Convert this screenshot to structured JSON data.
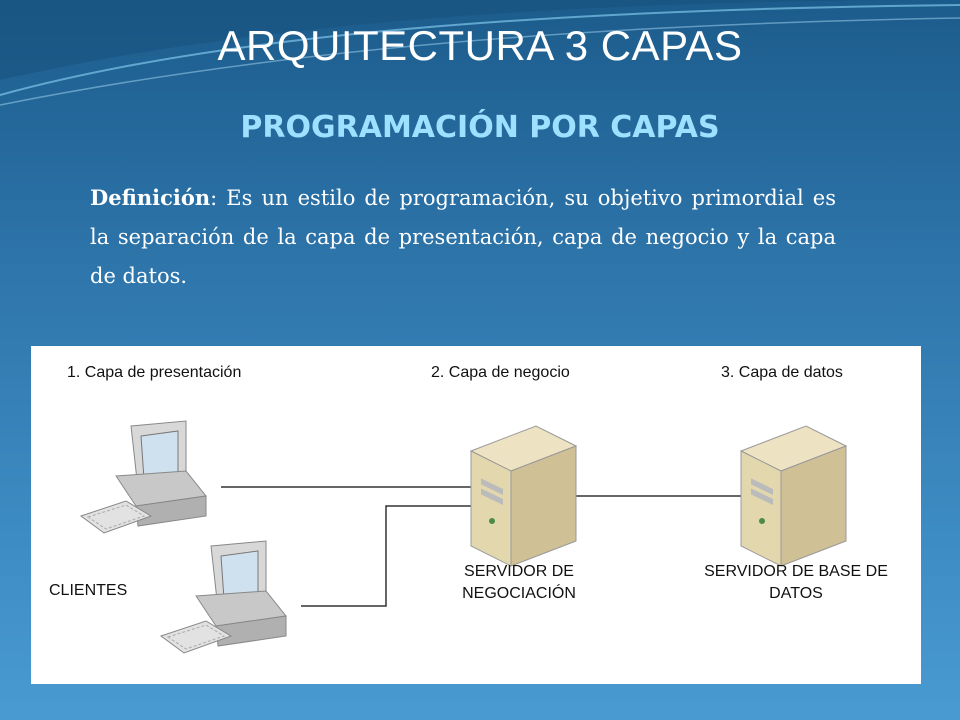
{
  "slide": {
    "title": "ARQUITECTURA 3 CAPAS",
    "subtitle": "PROGRAMACIÓN POR CAPAS",
    "definition_term": "Definición",
    "definition_text": ": Es un estilo de programación, su objetivo primordial es la separación de la capa de presentación, capa de negocio y la capa de datos."
  },
  "diagram": {
    "layers": [
      {
        "label": "1. Capa de presentación"
      },
      {
        "label": "2. Capa de negocio"
      },
      {
        "label": "3. Capa de datos"
      }
    ],
    "clients_label": "CLIENTES",
    "business_server_label": "SERVIDOR DE NEGOCIACIÓN",
    "data_server_label": "SERVIDOR DE BASE DE DATOS",
    "icons": [
      "client-computer-icon",
      "client-computer-icon",
      "server-tower-icon",
      "server-tower-icon"
    ]
  },
  "colors": {
    "background": "#2f77ad",
    "subtitle": "#9ee0ff",
    "text": "#ffffff"
  }
}
